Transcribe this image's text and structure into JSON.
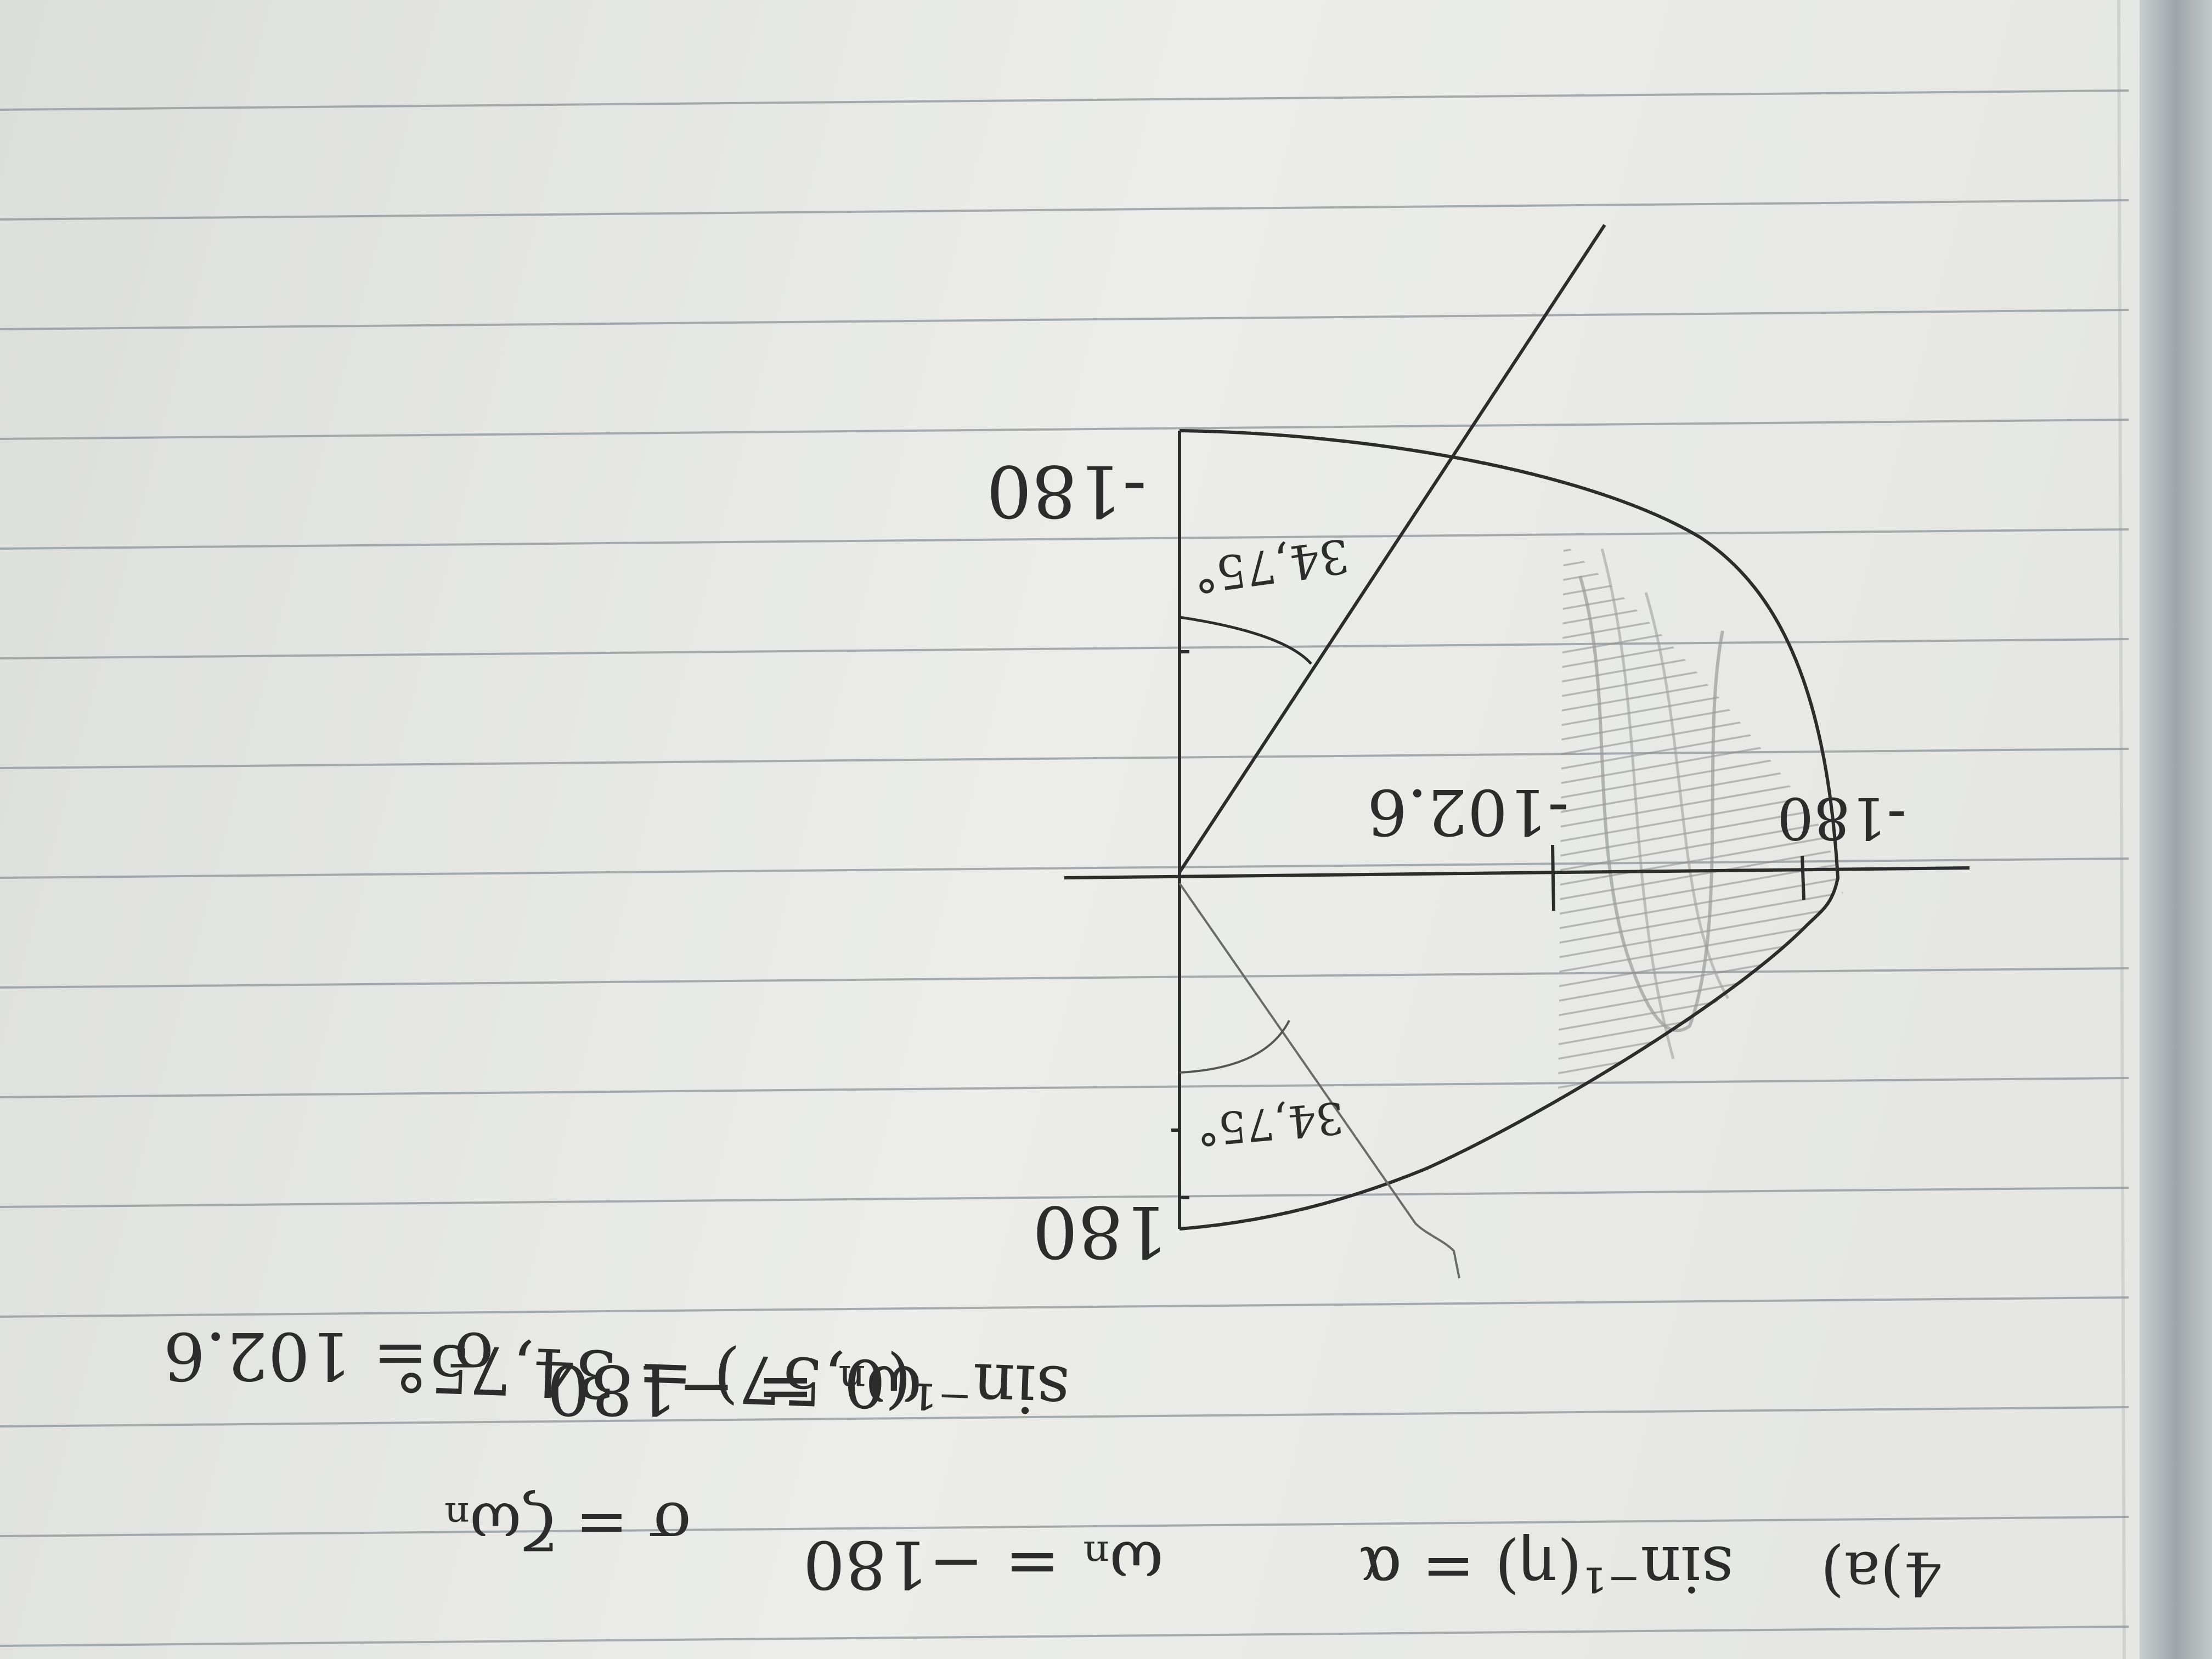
{
  "notebook": {
    "paper_color": "#e9eae8",
    "rule_color": "#8f9497",
    "pencil_color": "#2c2c2c",
    "shading_color": "#9a9a9a",
    "binding_color": "#b7bcbf"
  },
  "sketch": {
    "labels": {
      "top": "-180",
      "bottom": "180",
      "right_axis_inner": "-102.6",
      "right_axis_outer": "-180",
      "angle_upper": "34,75°",
      "angle_lower": "34,75°"
    }
  },
  "notes": {
    "line_1": {
      "problem": "4)a)",
      "left": "sin⁻¹(η) = α",
      "middle": "ωₙ = −180",
      "right": "σ = ζωₙ"
    },
    "line_2": {
      "left": "sin⁻¹(0,57) = 34,75°",
      "middle": "ωₙ = −180",
      "right": "σ = 102.6"
    }
  }
}
